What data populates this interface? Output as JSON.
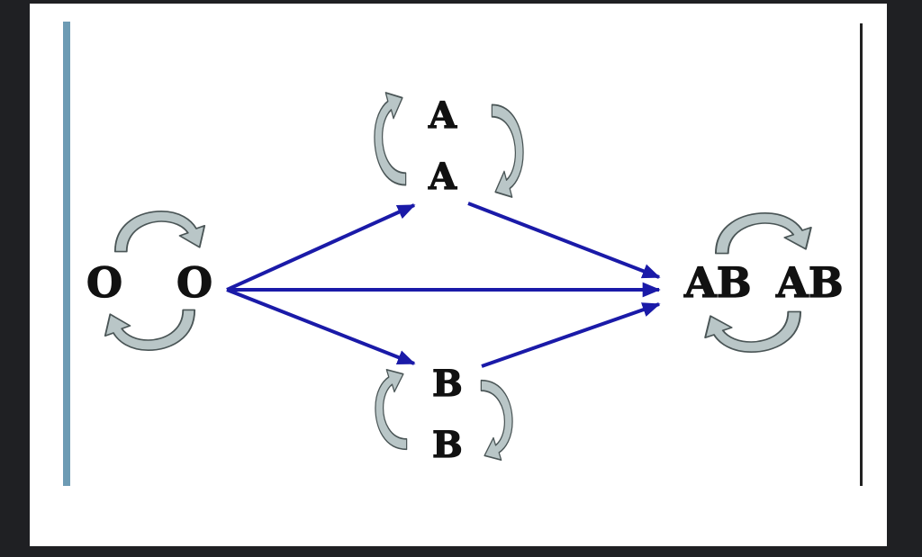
{
  "diagram": {
    "nodes": {
      "o_left": "O",
      "o_right": "O",
      "a_top": "A",
      "a_bottom": "A",
      "b_top": "B",
      "b_bottom": "B",
      "ab_left": "AB",
      "ab_right": "AB"
    },
    "colors": {
      "background": "#1f2023",
      "panel": "#ffffff",
      "left_rule": "#6d9bb4",
      "right_rule": "#222222",
      "flow_arrow": "#1a1aa8",
      "cycle_arrow_fill": "#b9c6c7",
      "cycle_arrow_stroke": "#4a5556"
    }
  }
}
